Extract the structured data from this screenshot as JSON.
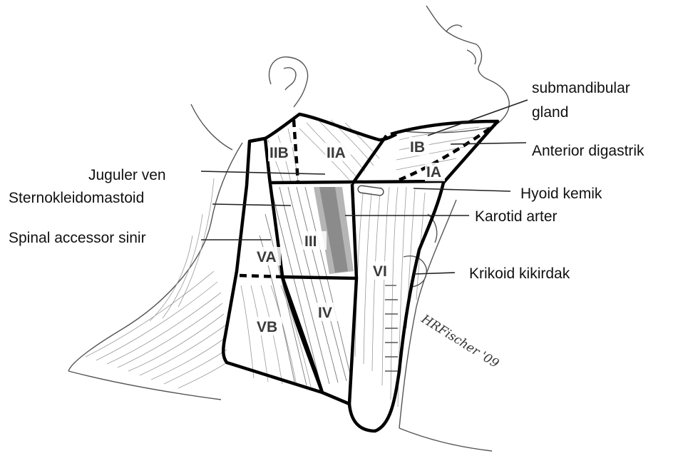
{
  "labels": {
    "submandibular": "submandibular",
    "gland": "gland",
    "anterior_digastrik": "Anterior digastrik",
    "juguler_ven": "Juguler ven",
    "sternokleidomastoid": "Sternokleidomastoid",
    "hyoid_kemik": "Hyoid kemik",
    "karotid_arter": "Karotid arter",
    "spinal_accessor": "Spinal accessor sinir",
    "krikoid_kikirdak": "Krikoid kikirdak"
  },
  "levels": {
    "IA": "IA",
    "IB": "IB",
    "IIA": "IIA",
    "IIB": "IIB",
    "III": "III",
    "IV": "IV",
    "VA": "VA",
    "VB": "VB",
    "VI": "VI"
  },
  "signature": "HRFischer '09"
}
